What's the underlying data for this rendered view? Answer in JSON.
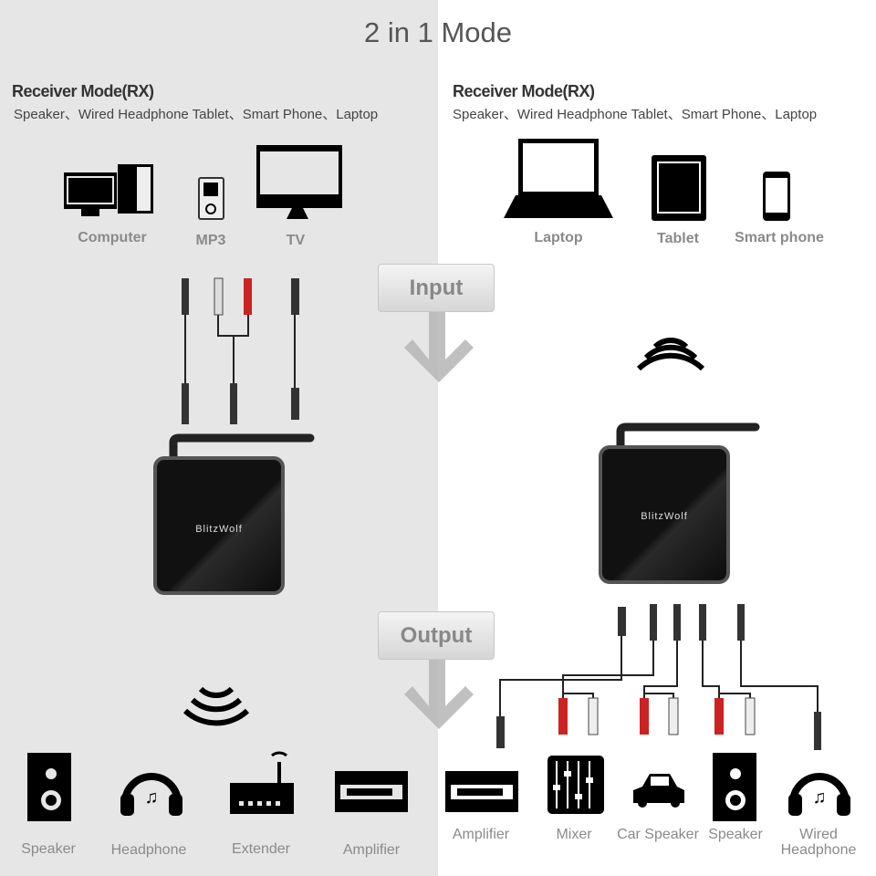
{
  "title": "2 in 1 Mode",
  "left": {
    "mode_title": "Receiver Mode(RX)",
    "mode_subtitle": "Speaker、Wired Headphone Tablet、Smart Phone、Laptop",
    "sources": [
      "Computer",
      "MP3",
      "TV"
    ],
    "device_brand": "BlitzWolf",
    "outputs": [
      "Speaker",
      "Headphone",
      "Extender",
      "Amplifier"
    ]
  },
  "right": {
    "mode_title": "Receiver Mode(RX)",
    "mode_subtitle": "Speaker、Wired Headphone Tablet、Smart Phone、Laptop",
    "sources": [
      "Laptop",
      "Tablet",
      "Smart phone"
    ],
    "device_brand": "BlitzWolf",
    "outputs": [
      "Amplifier",
      "Mixer",
      "Car Speaker",
      "Speaker",
      "Wired Headphone"
    ]
  },
  "input_label": "Input",
  "output_label": "Output",
  "colors": {
    "left_bg": "#e6e6e6",
    "right_bg": "#ffffff",
    "label_gray": "#8a8a8a",
    "arrow_gray": "#b5b5b5",
    "plug_red": "#cc2222"
  }
}
